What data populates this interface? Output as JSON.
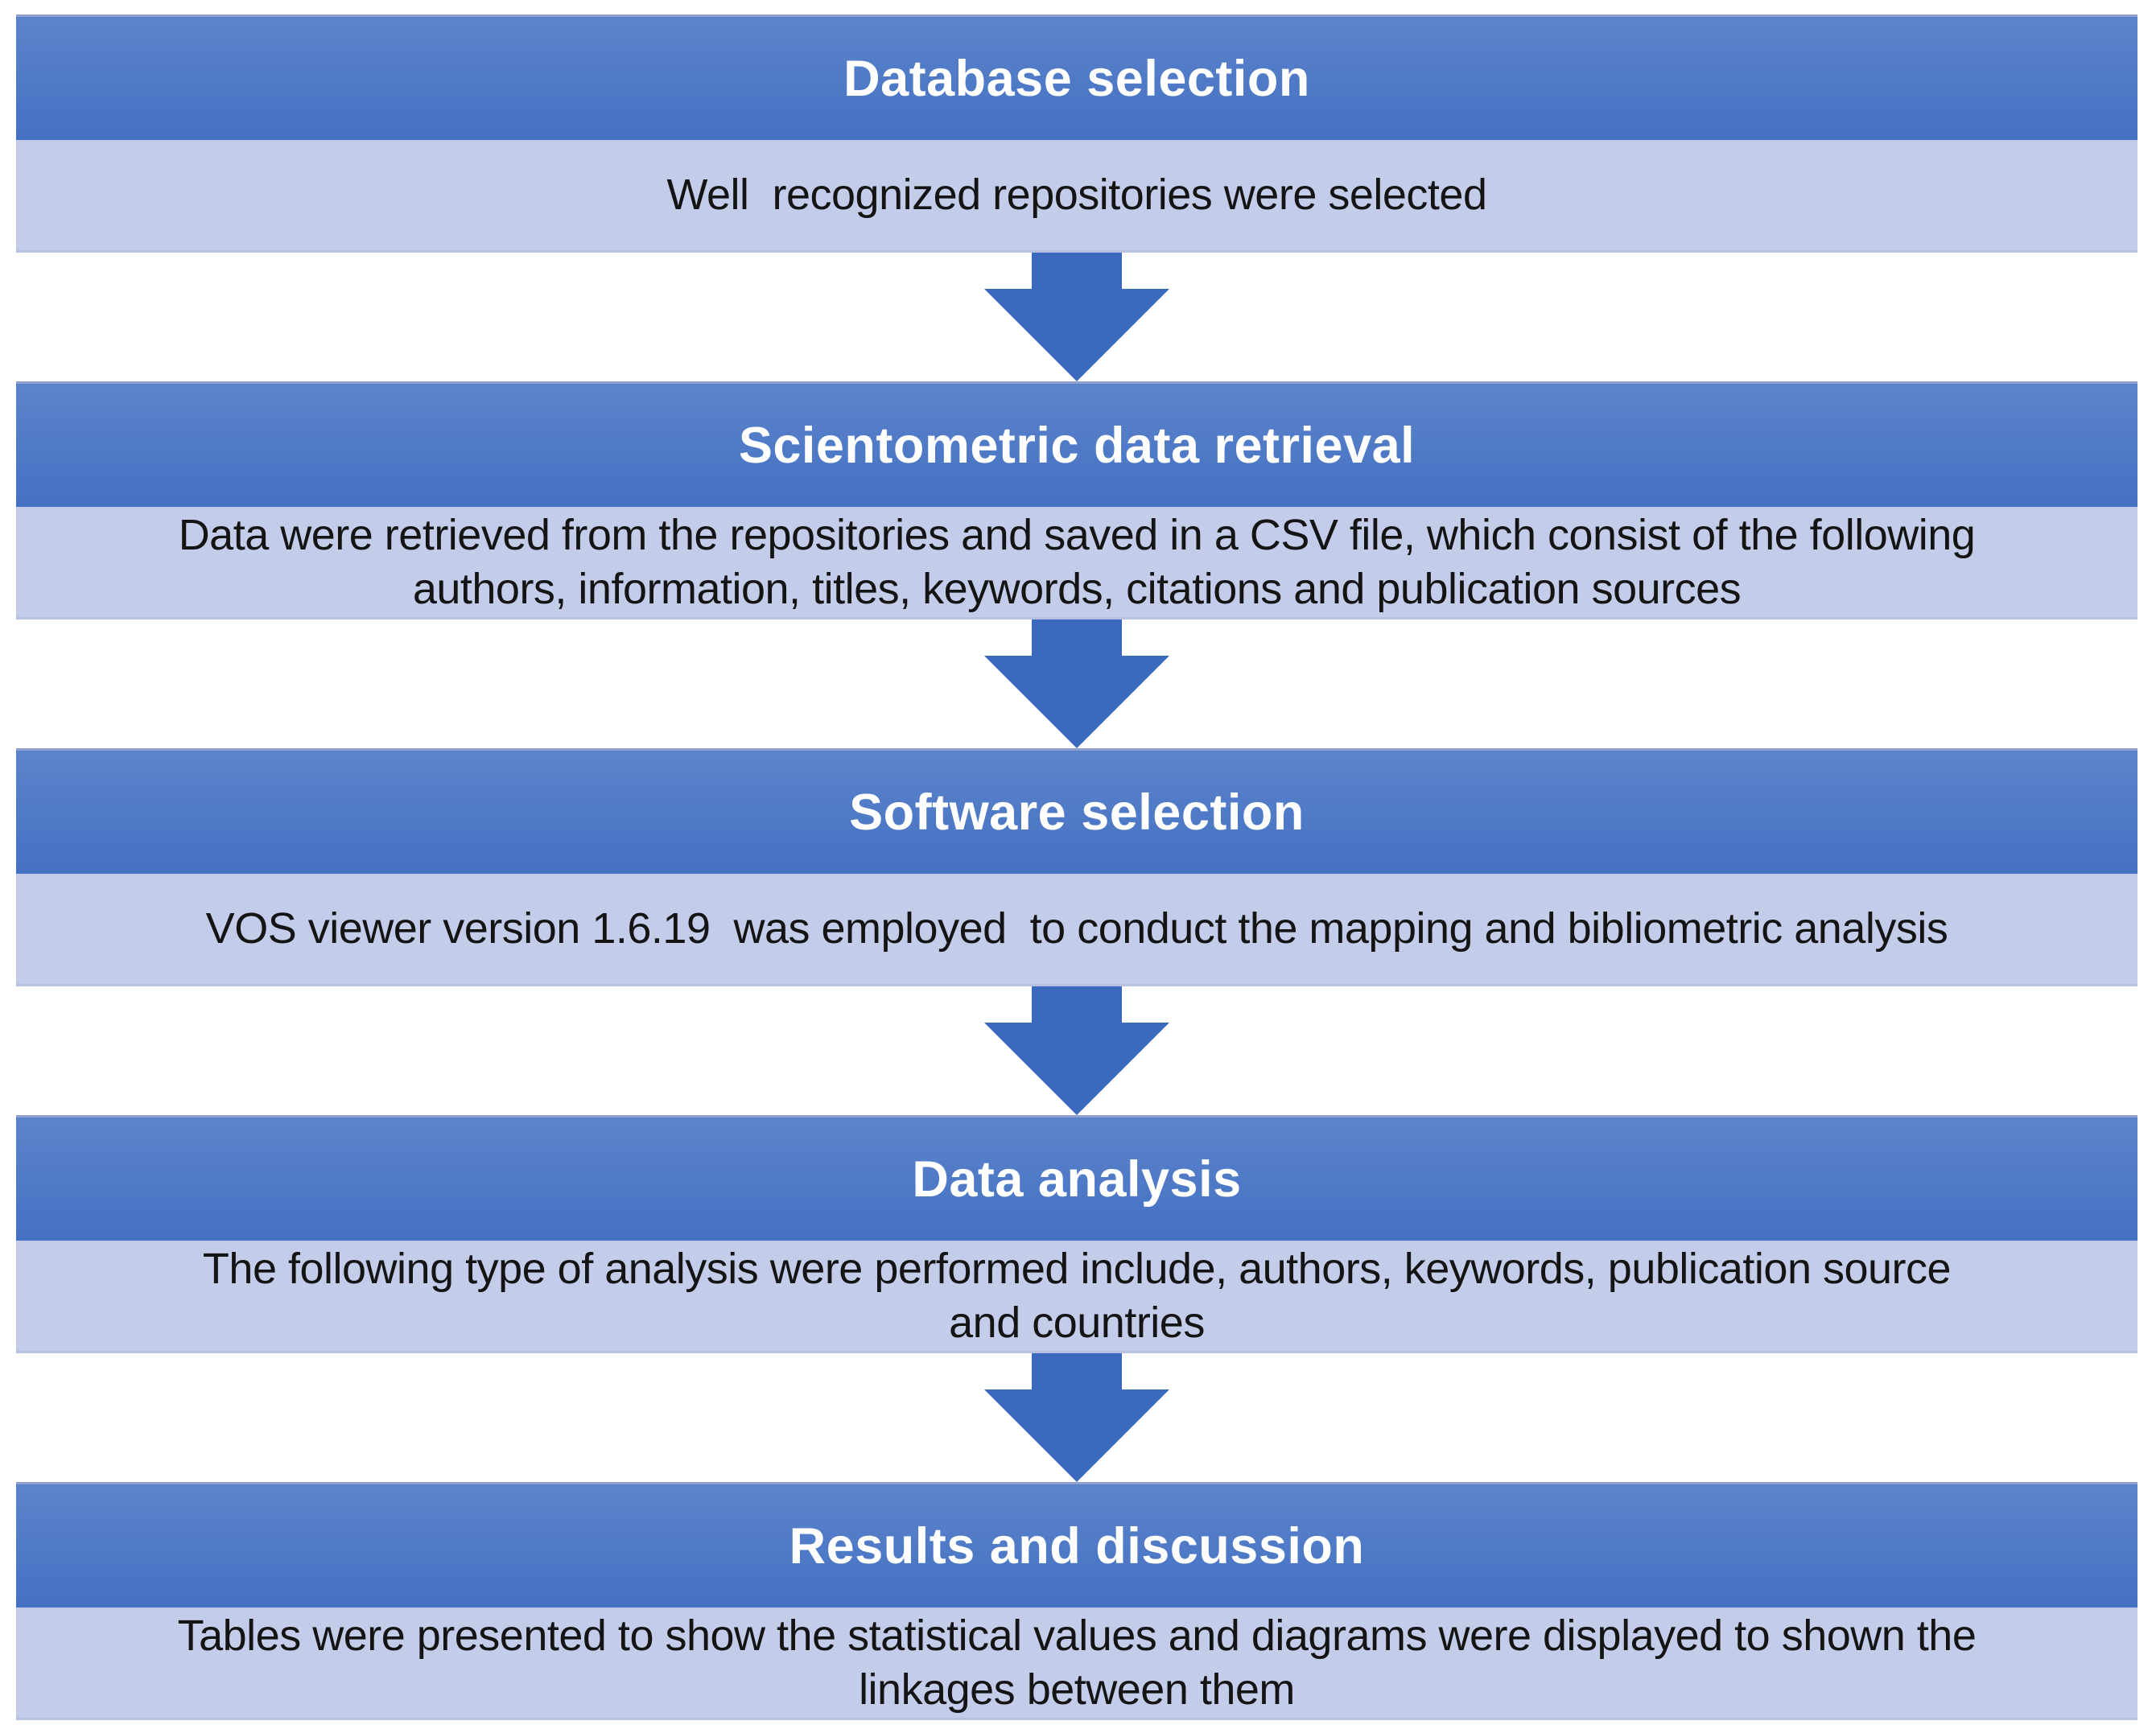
{
  "figure": {
    "steps": [
      {
        "title": "Database selection",
        "description": "Well  recognized repositories were selected"
      },
      {
        "title": "Scientometric data retrieval",
        "description": "Data were retrieved from the repositories and saved in a CSV file, which consist of the following\nauthors, information, titles, keywords, citations and publication sources"
      },
      {
        "title": "Software selection",
        "description": "VOS viewer version 1.6.19  was employed  to conduct the mapping and bibliometric analysis"
      },
      {
        "title": "Data analysis",
        "description": "The following type of analysis were performed include, authors, keywords, publication source\nand countries"
      },
      {
        "title": "Results and discussion",
        "description": "Tables were presented to show the statistical values and diagrams were displayed to shown the\nlinkages between them"
      }
    ],
    "colors": {
      "header_gradient_top": "#5c84cb",
      "header_gradient_bottom": "#4471c3",
      "header_border": "#8ba2cf",
      "header_text": "#ffffff",
      "body_bg": "#c3cce9",
      "body_border": "#b6c1e2",
      "body_text": "#141414",
      "arrow": "#3b69bd"
    }
  }
}
